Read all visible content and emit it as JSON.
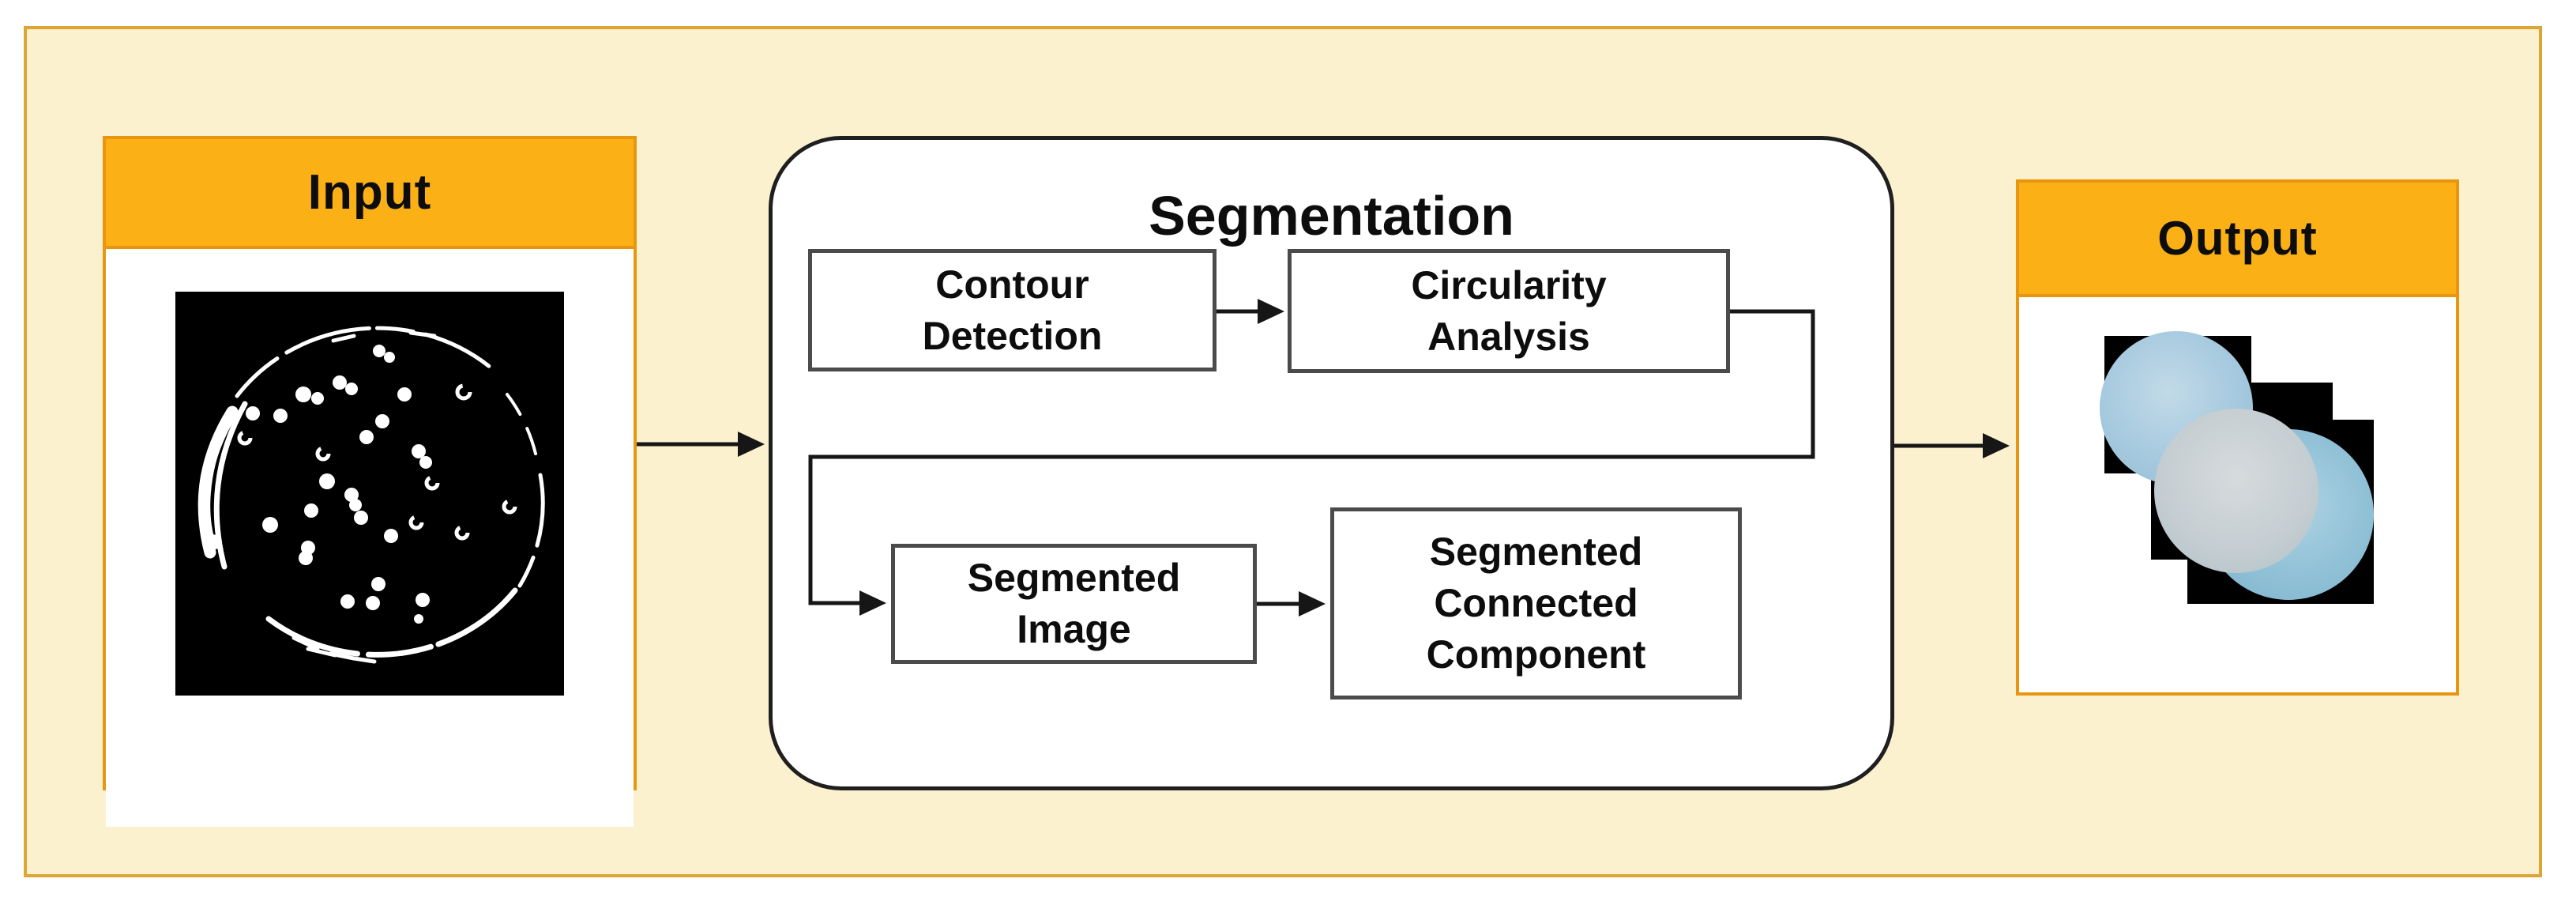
{
  "panels": {
    "input": {
      "title": "Input"
    },
    "segmentation": {
      "title": "Segmentation"
    },
    "output": {
      "title": "Output"
    }
  },
  "process_boxes": {
    "contour_detection": "Contour Detection",
    "circularity_analysis": "Circularity Analysis",
    "segmented_image": "Segmented Image",
    "segmented_connected_component": "Segmented Connected Component"
  },
  "images": {
    "input_description": "Binary thresholded petri dish photo with white colony dots and dish rim outline on black",
    "output_description": "Three overlapping black tiles, each holding a cropped light-blue segmented colony circle"
  },
  "theme": {
    "frame_fill": "#fcf1ce",
    "frame_border": "#dba636",
    "header_fill": "#fbb116",
    "header_border": "#e8950f",
    "panel_border": "#1f1f1f",
    "box_border": "#4b4b4b",
    "connector": "#161616",
    "circle1": "#a5c9de",
    "circle2": "#c4cdd1",
    "circle3": "#8fc0d6"
  }
}
